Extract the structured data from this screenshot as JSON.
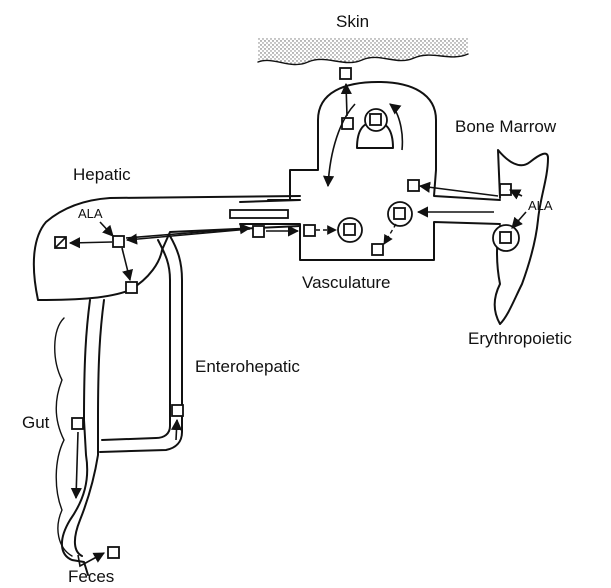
{
  "labels": {
    "skin": "Skin",
    "bone_marrow": "Bone Marrow",
    "hepatic": "Hepatic",
    "ala_liver": "ALA",
    "ala_marrow": "ALA",
    "vasculature": "Vasculature",
    "erythropoietic": "Erythropoietic",
    "enterohepatic": "Enterohepatic",
    "gut": "Gut",
    "feces": "Feces"
  }
}
